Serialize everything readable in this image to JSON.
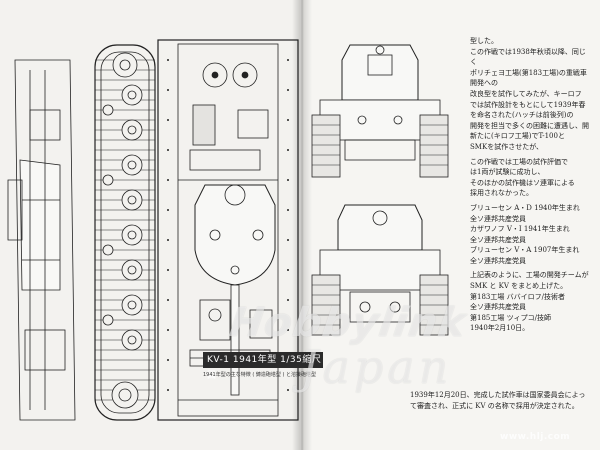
{
  "figure": {
    "caption_title": "KV-1 1941年型 1/35縮尺図",
    "caption_note": "1941年型の主な特徴 ( 鋳造砲塔型 ) と溶接砲塔型"
  },
  "article": {
    "paragraphs": [
      "型した。",
      "この作戦では1938年秋頃以降、同じく",
      "ポリチェヨ工場(第183工場)の重戦車開発への",
      "改良型を試作してみたが、キーロフ",
      "では試作設計をもとにして1939年春",
      "を命名された(ハッチは前後列)の",
      "開発を担当で多くの困難に遭遇し、開",
      "新たに(キロフ工場)でT-100と",
      "SMKを試作させたが、",
      "この作戦では工場の試作評価で",
      "は1両が試験に成功し、",
      "そのほかの試作機はソ連軍による",
      "採用されなかった。",
      "ブリューセン A・D 1940年生まれ",
      "全ソ連邦共産党員",
      "カザワノフ V・I 1941年生まれ",
      "全ソ連邦共産党員",
      "ブリューセン V・A 1907年生まれ",
      "全ソ連邦共産党員",
      "上記表のように、工場の開発チームが",
      "SMK と KV をまとめ上げた。",
      "第183工場 ババイロフ/技術者",
      "全ソ連邦共産党員",
      "第185工場 ツィプコ/技師",
      "1940年2月10日。"
    ],
    "bottom_paragraph": "1939年12月20日、完成した試作車は国家委員会によって審査され、正式に KV の名称で採用が決定された。"
  },
  "watermark": {
    "brand": "Hobbylink",
    "sub": "Japan",
    "url": "www.hlj.com"
  }
}
